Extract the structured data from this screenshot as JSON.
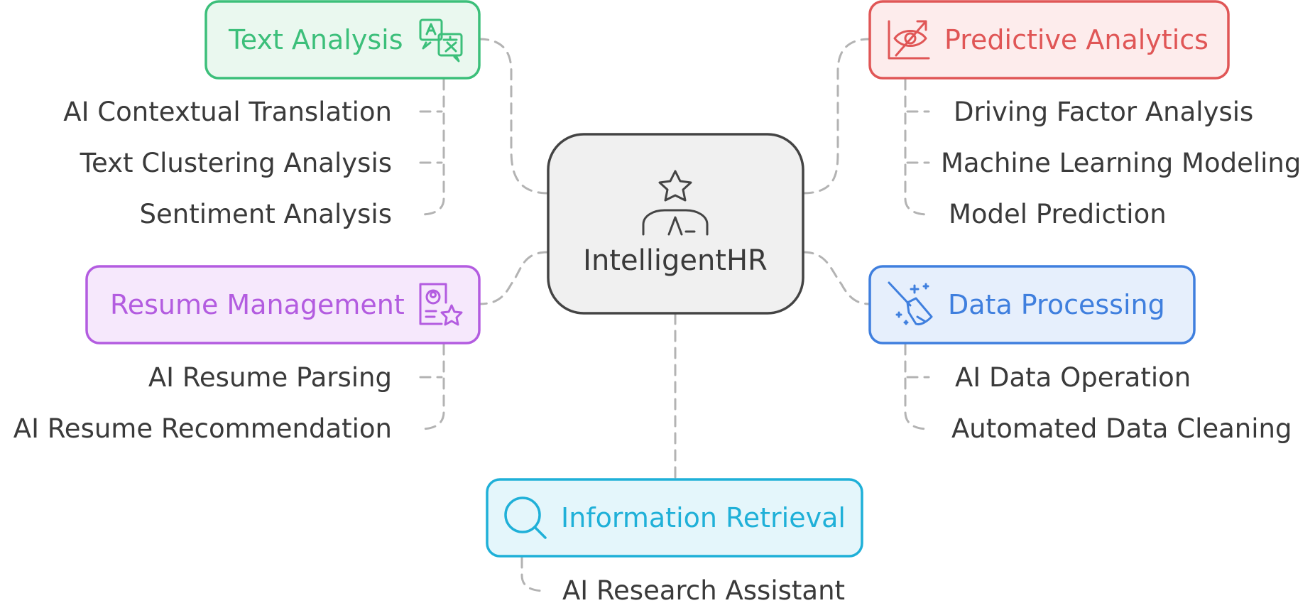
{
  "center": {
    "label": "IntelligentHR",
    "icon": "person-star-icon"
  },
  "branches": [
    {
      "id": "text-analysis",
      "label": "Text Analysis",
      "icon": "translate-icon",
      "color": "#3cbf7a",
      "fill": "#eaf8ef",
      "items": [
        "AI Contextual Translation",
        "Text Clustering Analysis",
        "Sentiment Analysis"
      ]
    },
    {
      "id": "predictive-analytics",
      "label": "Predictive Analytics",
      "icon": "eye-chart-icon",
      "color": "#e05656",
      "fill": "#fdecec",
      "items": [
        "Driving Factor Analysis",
        "Machine Learning Modeling",
        "Model Prediction"
      ]
    },
    {
      "id": "resume-management",
      "label": "Resume Management",
      "icon": "resume-star-icon",
      "color": "#b35ce0",
      "fill": "#f6e8fc",
      "items": [
        "AI Resume Parsing",
        "AI Resume Recommendation"
      ]
    },
    {
      "id": "data-processing",
      "label": "Data Processing",
      "icon": "broom-sparkle-icon",
      "color": "#3f7fde",
      "fill": "#e6effc",
      "items": [
        "AI Data Operation",
        "Automated Data Cleaning"
      ]
    },
    {
      "id": "information-retrieval",
      "label": "Information Retrieval",
      "icon": "search-icon",
      "color": "#1fb0d8",
      "fill": "#e4f6fb",
      "items": [
        "AI Research Assistant"
      ]
    }
  ],
  "colors": {
    "text": "#3a3a3a",
    "connector": "#b3b3b3",
    "center_stroke": "#444444",
    "center_fill": "#f0f0f0"
  }
}
